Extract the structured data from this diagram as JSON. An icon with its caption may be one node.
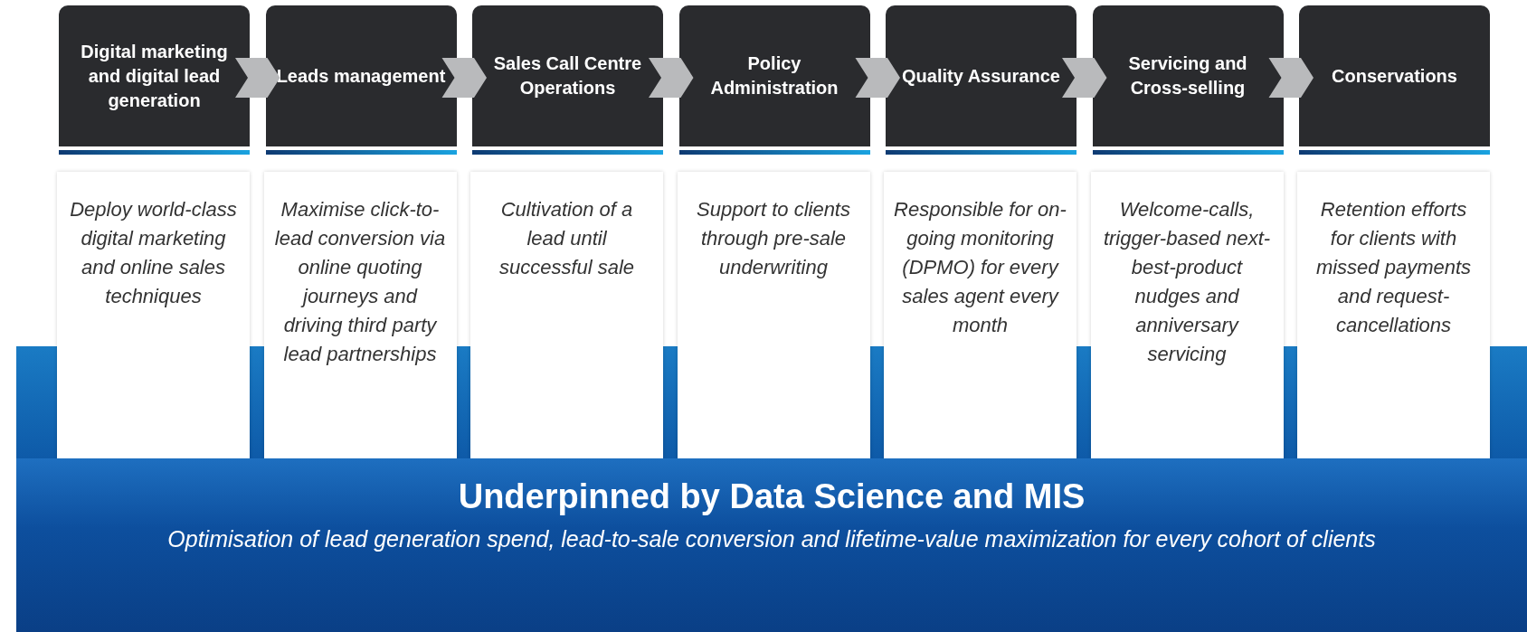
{
  "diagram": {
    "nodes": [
      {
        "text": [
          "Digital marketing and digital lead generation"
        ]
      },
      {
        "text": [
          "Leads management"
        ]
      },
      {
        "text": [
          "Sales Call Centre Operations"
        ]
      },
      {
        "text": [
          "Policy Administration"
        ]
      },
      {
        "text": [
          "Quality Assurance"
        ]
      },
      {
        "text": [
          "Servicing and Cross-selling"
        ]
      },
      {
        "text": [
          "Conservations"
        ]
      },
      {
        "text": [
          "Deploy world-class digital marketing and online sales techniques"
        ]
      },
      {
        "text": [
          "Maximise click-to-lead conversion via online quoting journeys and driving third party lead partnerships"
        ]
      },
      {
        "text": [
          "Cultivation of a lead until successful sale"
        ]
      },
      {
        "text": [
          "Support to clients through pre-sale underwriting"
        ]
      },
      {
        "text": [
          "Responsible for on-going monitoring (DPMO) for every sales agent every month"
        ]
      },
      {
        "text": [
          "Welcome-calls, trigger-based next-best-product nudges and anniversary servicing"
        ]
      },
      {
        "text": [
          "Retention efforts for clients with missed payments and request-cancellations"
        ]
      },
      {
        "text": [
          "Underpinned by Data Science and MIS",
          "Optimisation of lead generation spend, lead-to-sale conversion and lifetime-value maximization for every cohort of clients"
        ]
      }
    ],
    "edges": [
      {
        "from": 0,
        "to": 1,
        "arrow": "to"
      },
      {
        "from": 1,
        "to": 2,
        "arrow": "to"
      },
      {
        "from": 2,
        "to": 3,
        "arrow": "to"
      },
      {
        "from": 3,
        "to": 4,
        "arrow": "to"
      },
      {
        "from": 4,
        "to": 5,
        "arrow": "to"
      },
      {
        "from": 5,
        "to": 6,
        "arrow": "to"
      }
    ]
  }
}
